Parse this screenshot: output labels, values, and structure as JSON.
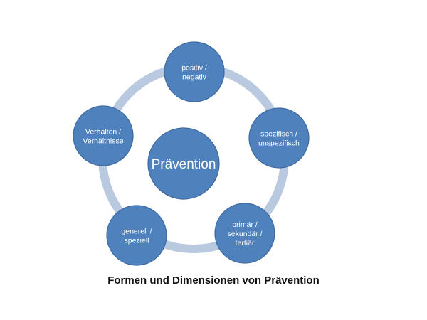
{
  "diagram": {
    "center": {
      "label": "Prävention"
    },
    "nodes": [
      {
        "id": "positiv-negativ",
        "lines": [
          "positiv /",
          "negativ"
        ]
      },
      {
        "id": "spezifisch-unspezifisch",
        "lines": [
          "spezifisch /",
          "unspezifisch"
        ]
      },
      {
        "id": "primaer-sekundaer-tertiaer",
        "lines": [
          "primär /",
          "sekundär /",
          "tertiär"
        ]
      },
      {
        "id": "generell-speziell",
        "lines": [
          "generell /",
          "speziell"
        ]
      },
      {
        "id": "verhalten-verhaeltnisse",
        "lines": [
          "Verhalten /",
          "Verhältnisse"
        ]
      }
    ],
    "colors": {
      "node_fill": "#4f81bd",
      "ring": "#b9c9e0",
      "text": "#ffffff"
    }
  },
  "caption": "Formen und Dimensionen von Prävention"
}
